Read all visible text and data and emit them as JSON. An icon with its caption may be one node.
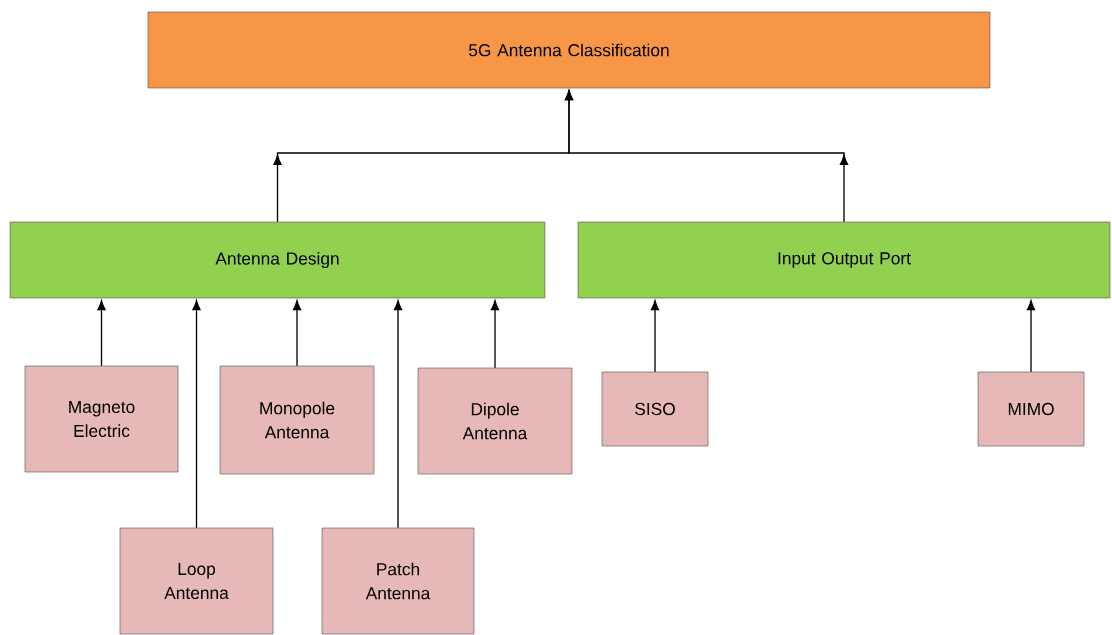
{
  "diagram": {
    "nodes": [
      {
        "text": [
          "5G  Antenna Classification"
        ]
      },
      {
        "text": [
          "Antenna Design"
        ]
      },
      {
        "text": [
          "Input Output Port"
        ]
      },
      {
        "text": [
          "Magneto Electric"
        ]
      },
      {
        "text": [
          "Monopole Antenna"
        ]
      },
      {
        "text": [
          "Dipole Antenna"
        ]
      },
      {
        "text": [
          "Loop Antenna"
        ]
      },
      {
        "text": [
          "Patch Antenna"
        ]
      },
      {
        "text": [
          "SISO"
        ]
      },
      {
        "text": [
          "MIMO"
        ]
      }
    ],
    "edges": [
      {
        "from": 1,
        "to": 0,
        "arrow": "to"
      },
      {
        "from": 2,
        "to": 0,
        "arrow": "to"
      },
      {
        "from": 3,
        "to": 1,
        "arrow": "to"
      },
      {
        "from": 6,
        "to": 1,
        "arrow": "to"
      },
      {
        "from": 4,
        "to": 1,
        "arrow": "to"
      },
      {
        "from": 7,
        "to": 1,
        "arrow": "to"
      },
      {
        "from": 5,
        "to": 1,
        "arrow": "to"
      },
      {
        "from": 8,
        "to": 2,
        "arrow": "to"
      },
      {
        "from": 9,
        "to": 2,
        "arrow": "to"
      }
    ]
  }
}
